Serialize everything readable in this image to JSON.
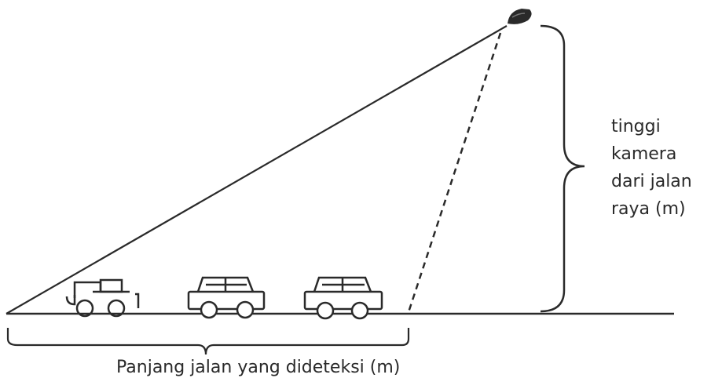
{
  "labels": {
    "camera_height": [
      "tinggi",
      "kamera",
      "dari jalan",
      "raya (m)"
    ],
    "road_length": "Panjang jalan yang dideteksi  (m)"
  },
  "colors": {
    "ink": "#2a2a2a",
    "background": "#ffffff"
  }
}
